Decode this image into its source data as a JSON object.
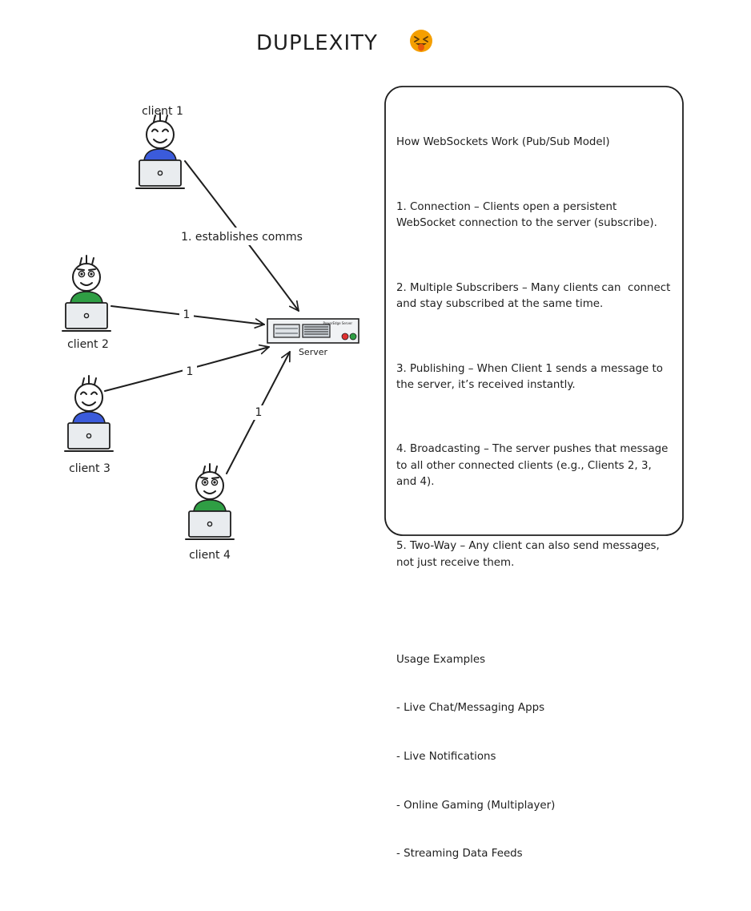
{
  "title": "DUPLEXITY",
  "title_emoji": "squinting-face-with-tongue",
  "clients": [
    {
      "label": "client 1",
      "shirt": "#3b5bdb",
      "eyes": "happy"
    },
    {
      "label": "client 2",
      "shirt": "#2f9e44",
      "eyes": "open"
    },
    {
      "label": "client 3",
      "shirt": "#3b5bdb",
      "eyes": "happy"
    },
    {
      "label": "client 4",
      "shirt": "#2f9e44",
      "eyes": "open"
    }
  ],
  "server": {
    "label": "Server",
    "brand": "PowerEdge Server"
  },
  "arrows": {
    "c1": "1. establishes comms",
    "c2": "1",
    "c3": "1",
    "c4": "1"
  },
  "info": {
    "heading": "How WebSockets Work (Pub/Sub Model)",
    "points": [
      "1. Connection – Clients open a persistent WebSocket connection to the server (subscribe).",
      "2. Multiple Subscribers – Many clients can  connect and stay subscribed at the same time.",
      "3. Publishing – When Client 1 sends a message to the server, it’s received instantly.",
      "4. Broadcasting – The server pushes that message to all other connected clients (e.g., Clients 2, 3, and 4).",
      "5. Two-Way – Any client can also send messages, not just receive them."
    ],
    "examples_heading": "Usage Examples",
    "examples": [
      "- Live Chat/Messaging Apps",
      "- Live Notifications",
      "- Online Gaming (Multiplayer)",
      "- Streaming Data Feeds"
    ]
  },
  "colors": {
    "skin": "#ffffff",
    "laptop": "#e9ecef",
    "led_red": "#e03131",
    "led_green": "#2f9e44",
    "emoji_face": "#f59f00",
    "emoji_tongue": "#e8590c"
  }
}
